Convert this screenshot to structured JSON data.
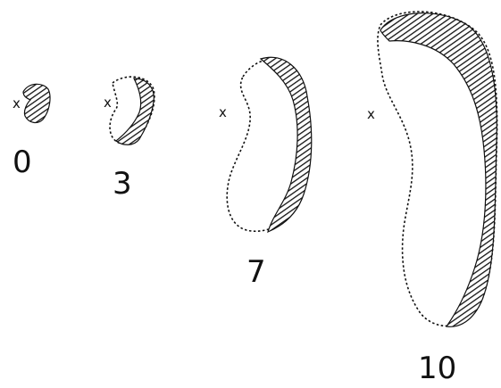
{
  "figure": {
    "stages": [
      {
        "label": "0",
        "marker": "x"
      },
      {
        "label": "3",
        "marker": "x"
      },
      {
        "label": "7",
        "marker": "x"
      },
      {
        "label": "10",
        "marker": "x"
      }
    ]
  },
  "colors": {
    "ink": "#111111",
    "background": "#ffffff"
  }
}
